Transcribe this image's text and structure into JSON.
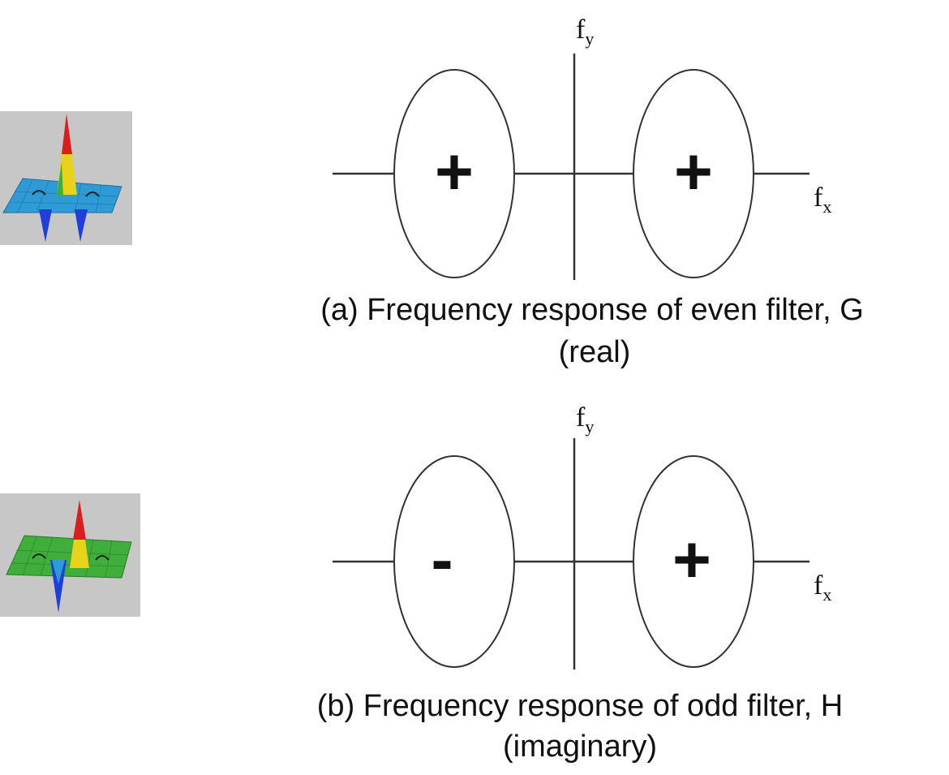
{
  "panels": [
    {
      "id": "a",
      "axis_y": "f",
      "axis_y_sub": "y",
      "axis_x": "f",
      "axis_x_sub": "x",
      "left_sign": "+",
      "right_sign": "+",
      "caption_line1": "(a)  Frequency response of even filter, G",
      "caption_line2": "(real)",
      "thumbnail_icon": "gabor-even-surface-icon"
    },
    {
      "id": "b",
      "axis_y": "f",
      "axis_y_sub": "y",
      "axis_x": "f",
      "axis_x_sub": "x",
      "left_sign": "-",
      "right_sign": "+",
      "caption_line1": "(b)  Frequency response of odd filter, H",
      "caption_line2": "(imaginary)",
      "thumbnail_icon": "gabor-odd-surface-icon"
    }
  ],
  "colors": {
    "thumbnail_background": "#c7c7c7",
    "surface_even": "#2e9bd6",
    "surface_odd": "#3fae3a",
    "peak_red": "#d81e1e",
    "peak_yellow": "#e8d21a",
    "trough_blue": "#1f3fd8"
  }
}
